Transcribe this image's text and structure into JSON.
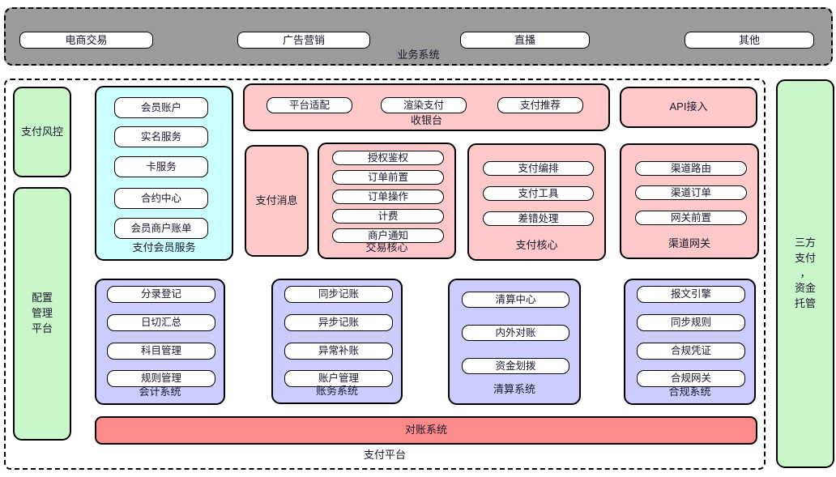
{
  "colors": {
    "band_gray": "#9b9b9b",
    "green": "#c9f7c9",
    "cyan": "#ccffff",
    "pink": "#ffc9c9",
    "purple": "#ccccff",
    "red": "#ff8a8a",
    "node_white": "#ffffff",
    "border_black": "#000000"
  },
  "business_band": {
    "label": "业务系统",
    "items": [
      "电商交易",
      "广告营销",
      "直播",
      "其他"
    ]
  },
  "platform": {
    "label": "支付平台"
  },
  "risk_control": {
    "label": "支付风控"
  },
  "config_platform": {
    "label": "配置\n管理\n平台"
  },
  "member_services": {
    "label": "支付会员服务",
    "items": [
      "会员账户",
      "实名服务",
      "卡服务",
      "合约中心",
      "会员商户账单"
    ]
  },
  "cashier": {
    "label": "收银台",
    "items": [
      "平台适配",
      "渲染支付",
      "支付推荐"
    ]
  },
  "api_access": {
    "label": "API接入"
  },
  "payment_message": {
    "label": "支付消息"
  },
  "transaction_core": {
    "label": "交易核心",
    "items": [
      "授权鉴权",
      "订单前置",
      "订单操作",
      "计费",
      "商户通知"
    ]
  },
  "payment_core": {
    "label": "支付核心",
    "items": [
      "支付编排",
      "支付工具",
      "差错处理"
    ]
  },
  "channel_gateway": {
    "label": "渠道网关",
    "items": [
      "渠道路由",
      "渠道订单",
      "网关前置"
    ]
  },
  "accounting_system": {
    "label": "会计系统",
    "items": [
      "分录登记",
      "日切汇总",
      "科目管理",
      "规则管理"
    ]
  },
  "ledger_system": {
    "label": "账务系统",
    "items": [
      "同步记账",
      "异步记账",
      "异常补账",
      "账户管理"
    ]
  },
  "clearing_system": {
    "label": "清算系统",
    "items": [
      "清算中心",
      "内外对账",
      "资金划拨"
    ]
  },
  "compliance_system": {
    "label": "合规系统",
    "items": [
      "报文引擎",
      "同步规则",
      "合规凭证",
      "合规网关"
    ]
  },
  "reconciliation_system": {
    "label": "对账系统"
  },
  "third_party": {
    "label": "三方\n支付\n，\n资金\n托管"
  }
}
